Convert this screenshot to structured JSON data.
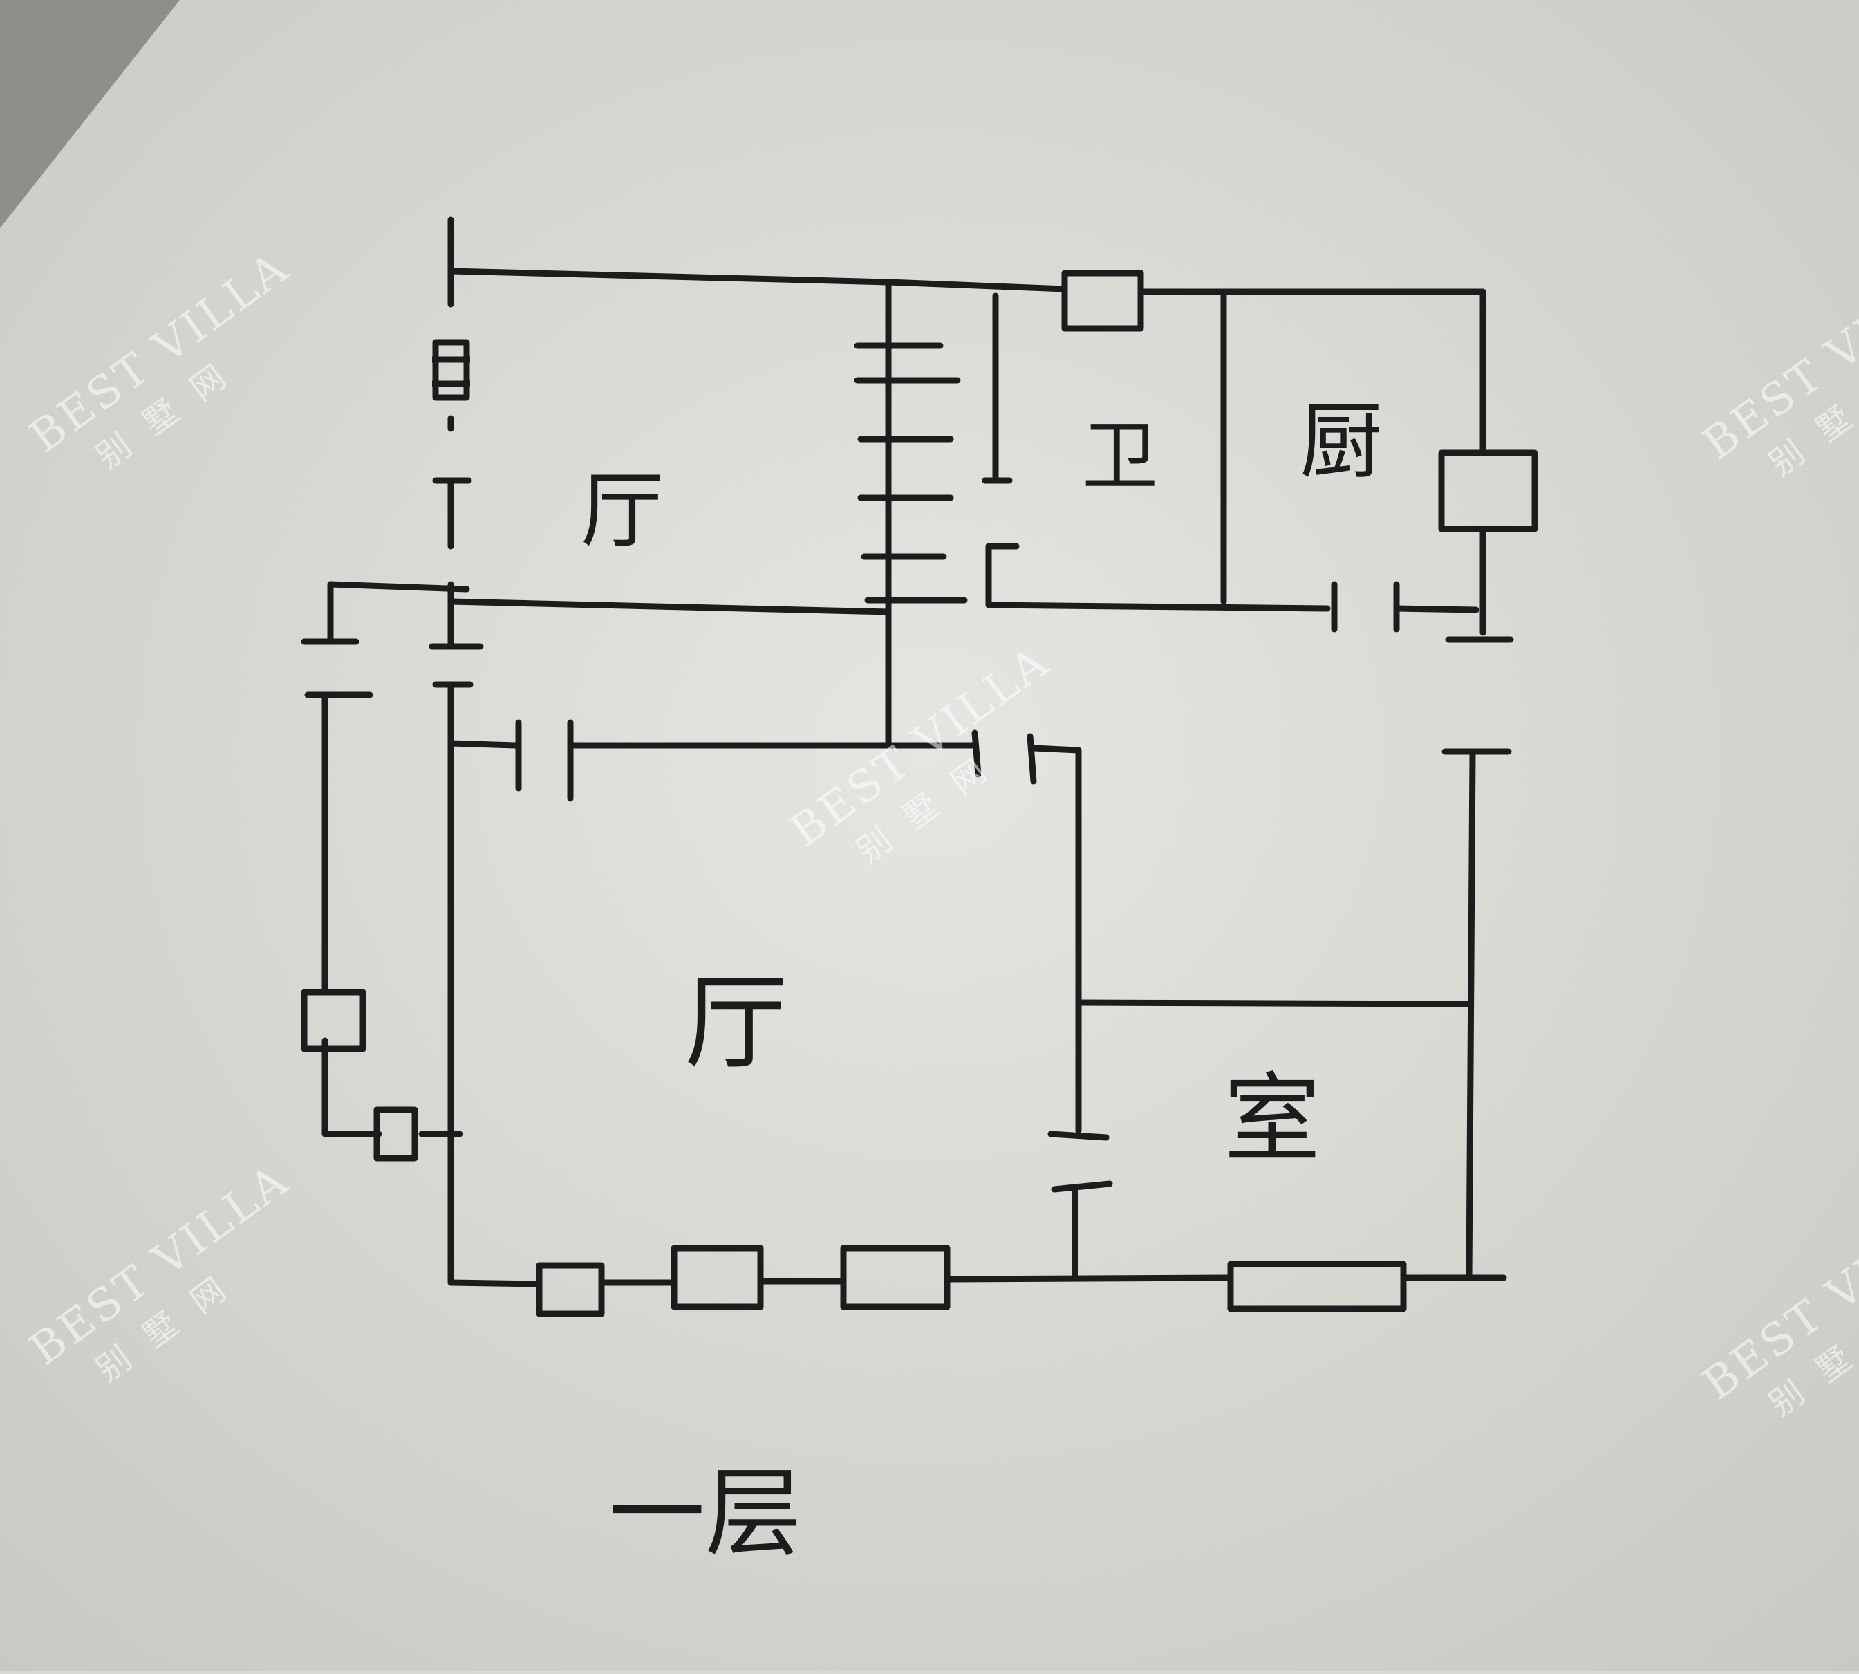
{
  "plan": {
    "rooms": {
      "hall_upper": "厅",
      "hall_lower": "厅",
      "bathroom": "卫",
      "kitchen": "厨",
      "room": "室"
    },
    "floor_caption": "一层"
  },
  "watermark": {
    "brand": "BEST VILLA",
    "sub": "别墅网"
  },
  "colors": {
    "paper": "#d9d8d4",
    "ink": "#1c1c1c",
    "watermark": "#ffffff"
  }
}
